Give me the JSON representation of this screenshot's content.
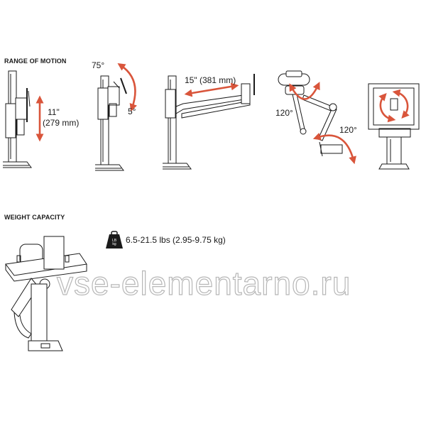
{
  "sections": {
    "range_of_motion": "RANGE OF MOTION",
    "weight_capacity": "WEIGHT CAPACITY"
  },
  "motion": {
    "height_adjust": [
      "11\"",
      "(279 mm)"
    ],
    "tilt_up": "75°",
    "tilt_down": "5°",
    "extension": "15\" (381 mm)",
    "pan_upper": "120°",
    "pan_lower": "120°"
  },
  "weight": {
    "badge": "LB\nkg",
    "range": "6.5-21.5 lbs (2.95-9.75 kg)"
  },
  "watermark": "vse-elementarno.ru",
  "colors": {
    "arrow": "#d9553b",
    "line": "#1a1a1a",
    "watermark_stroke": "#b7b7b7"
  }
}
